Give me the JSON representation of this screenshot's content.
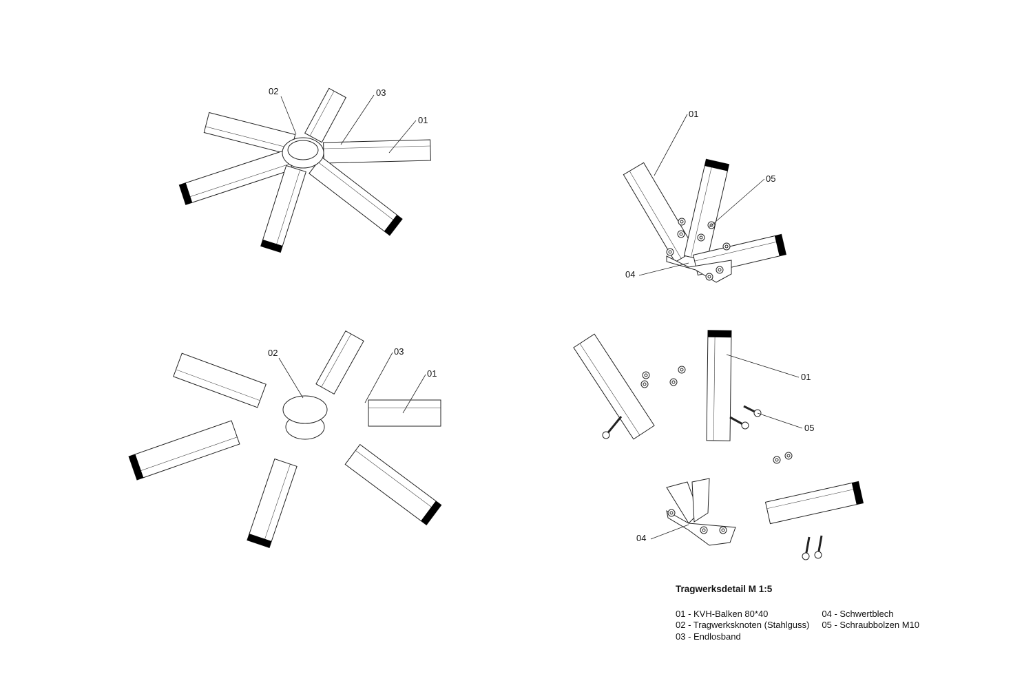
{
  "legend": {
    "title": "Tragwerksdetail M 1:5",
    "items": [
      "01 - KVH-Balken 80*40",
      "02 - Tragwerksknoten (Stahlguss)",
      "03 - Endlosband",
      "04 - Schwertblech",
      "05 - Schraubbolzen M10"
    ]
  },
  "labels": {
    "tl": [
      "02",
      "03",
      "01"
    ],
    "bl": [
      "02",
      "03",
      "01"
    ],
    "tr": [
      "01",
      "05",
      "04"
    ],
    "br": [
      "01",
      "05",
      "04"
    ]
  }
}
